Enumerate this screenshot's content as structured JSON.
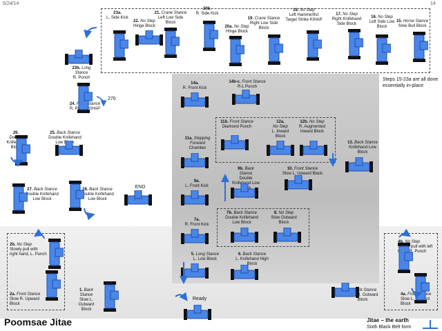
{
  "header": {
    "date": "5/24/14",
    "page_number": "14"
  },
  "title": "Poomsae Jitae",
  "subtitle_line1": "Jitae – the earth",
  "subtitle_line2": "Sixth Black Belt form",
  "note": "Steps 15-23a are all done essentially in-place",
  "steps": {
    "s23a": {
      "num": "23a.",
      "name": "L. Side Kick"
    },
    "s22": {
      "num": "22.",
      "stance": "No Step",
      "name": "Hinge Block"
    },
    "s21": {
      "num": "21.",
      "stance": "Crane Stance",
      "name": "Left Low Side Block"
    },
    "s20b": {
      "num": "20b.",
      "name": "R. Side Kick"
    },
    "s20a": {
      "num": "20a.",
      "stance": "No Step",
      "name": "Hinge Block"
    },
    "s19": {
      "num": "19.",
      "stance": "Crane Stance",
      "name": "Right Low Side Block"
    },
    "s18": {
      "num": "18.",
      "stance": "No Step",
      "name": "Left Hammerfist Target Strike KIHAP"
    },
    "s17": {
      "num": "17.",
      "stance": "No Step",
      "name": "Right Knifehand Side Block"
    },
    "s16": {
      "num": "16.",
      "stance": "No Step",
      "name": "Left Side Low Block"
    },
    "s15": {
      "num": "15.",
      "stance": "Horse Stance",
      "name": "Slow Bull Block"
    },
    "s23b": {
      "num": "23b.",
      "stance": "Long Stance",
      "name": "R. Punch"
    },
    "s24": {
      "num": "24.",
      "stance": "Front Stance",
      "name": "R. Punch KIHAP"
    },
    "deg270": "270",
    "s26": {
      "num": "26.",
      "name": "Double Knifehand Block"
    },
    "s25": {
      "num": "25.",
      "stance": "Back Stance",
      "name": "Double Knifehand Low Block"
    },
    "s27": {
      "num": "27.",
      "stance": "Back Stance",
      "name": "Double Knifehand Low Block"
    },
    "s28": {
      "num": "28.",
      "stance": "Back Stance",
      "name": "Double Knifehand Low Block"
    },
    "end": "END",
    "s14a": {
      "num": "14a.",
      "name": "R. Front Kick"
    },
    "s14bc": {
      "num": "14b-c.",
      "stance": "Front Stance",
      "name": "R-L Punch"
    },
    "s11b": {
      "num": "11b.",
      "stance": "Front Stance",
      "name": "Diamond Punch"
    },
    "s12a": {
      "num": "12a.",
      "stance": "No Step",
      "name": "L. Inward Block"
    },
    "s12b": {
      "num": "12b.",
      "stance": "No Step",
      "name": "R. Augmented Inward Block"
    },
    "s11a": {
      "num": "11a.",
      "stance": "Stepping Forward",
      "name": "Chamber"
    },
    "s13": {
      "num": "13.",
      "stance": "Back Stance",
      "name": "Knifehand Low Block"
    },
    "s9b": {
      "num": "9b.",
      "stance": "Back Stance",
      "name": "Double Knifehand Low Block"
    },
    "s10": {
      "num": "10.",
      "stance": "Front Stance",
      "name": "Slow L. Upward Block"
    },
    "s9a": {
      "num": "9a.",
      "name": "L. Front Kick"
    },
    "s7b": {
      "num": "7b.",
      "stance": "Back Stance",
      "name": "Double Knifehand Low Block"
    },
    "s8": {
      "num": "8.",
      "stance": "No Step",
      "name": "Slow Outward Block"
    },
    "s7a": {
      "num": "7a.",
      "name": "R. Front Kick"
    },
    "s5": {
      "num": "5.",
      "stance": "Long Stance",
      "name": "L. Low Block"
    },
    "s6": {
      "num": "6.",
      "stance": "Back Stance",
      "name": "L. Knifehand High Block"
    },
    "s2b": {
      "num": "2b.",
      "stance": "No Step",
      "name": "Slowly pull with right hand, L. Punch"
    },
    "s2a": {
      "num": "2a.",
      "stance": "Front Stance",
      "name": "Slow R. Upward Block"
    },
    "s1": {
      "num": "1.",
      "stance": "Back Stance",
      "name": "Slow L. Outward Block"
    },
    "ready": "Ready",
    "s3": {
      "num": "3.",
      "stance": "Back Stance",
      "name": "Slow R. Outward Block"
    },
    "s4b": {
      "num": "4b.",
      "stance": "No Step",
      "name": "Slowly pull with left hand, R. Punch"
    },
    "s4a": {
      "num": "4a.",
      "stance": "Front Stance",
      "name": "Slow L. Upward Block"
    }
  },
  "colors": {
    "figure_blue": "#4a86e8",
    "figure_dark": "#1d4fa8",
    "foot_black": "#111111",
    "panel_grey": "#c4c4c4",
    "arrow_blue": "#2d6fd6"
  }
}
